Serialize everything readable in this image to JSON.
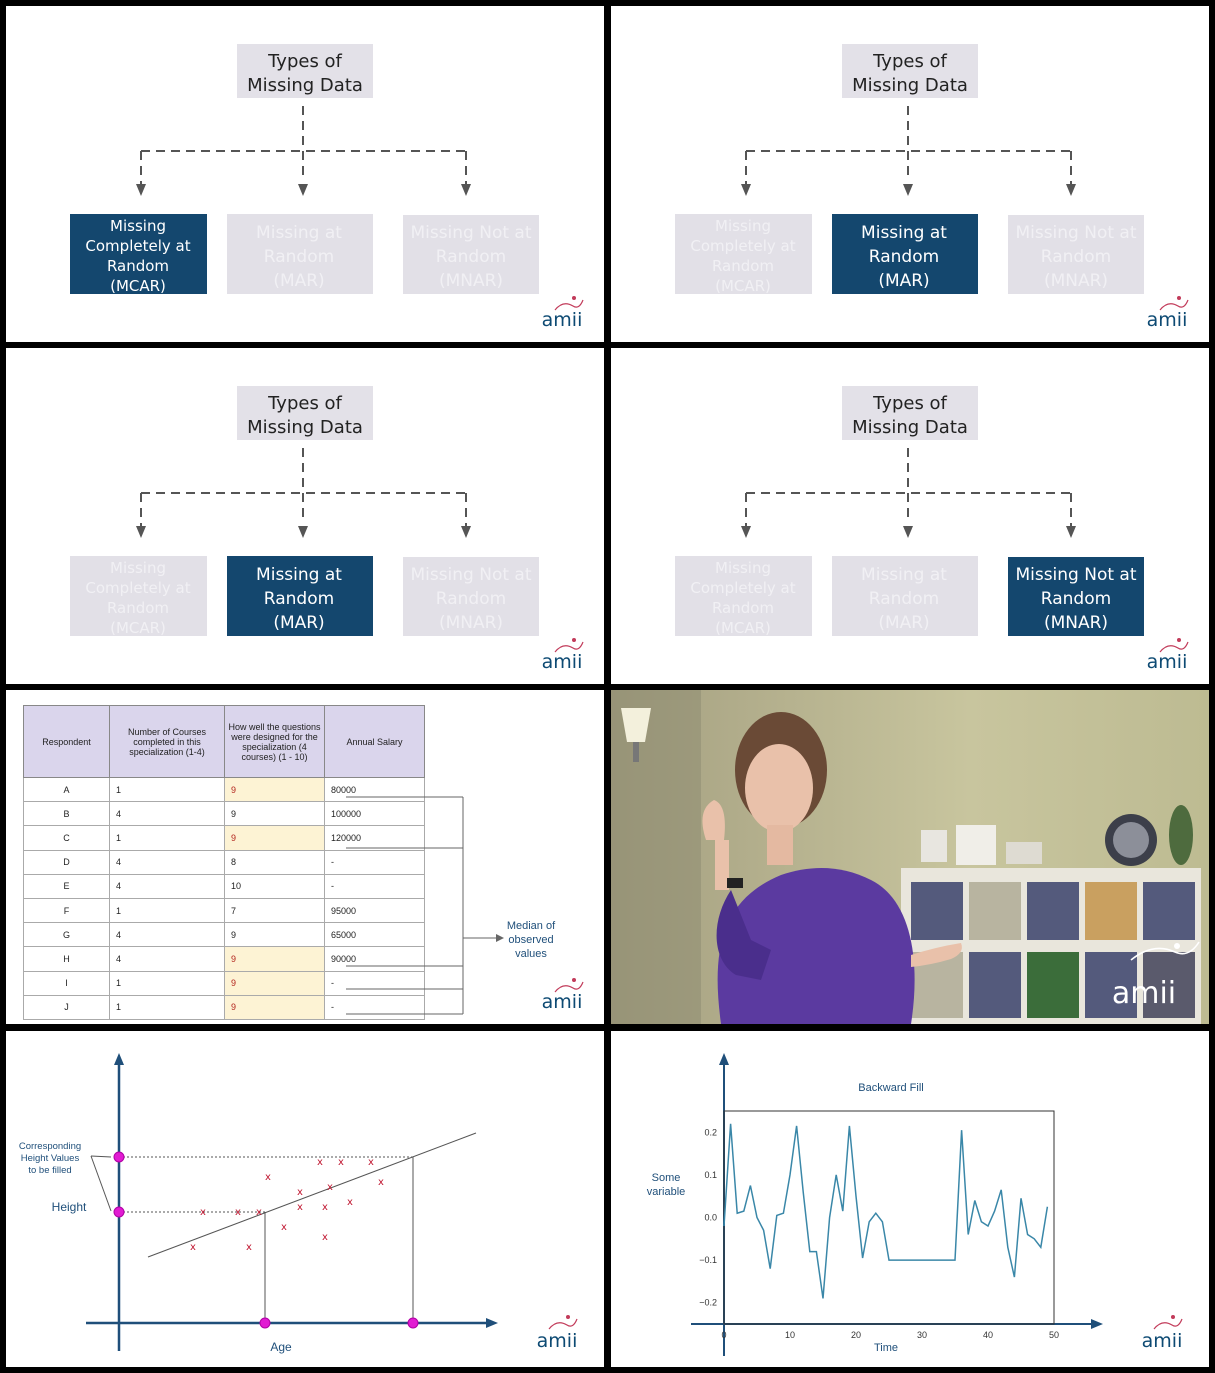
{
  "tree": {
    "title_line1": "Types of",
    "title_line2": "Missing Data",
    "mcar": [
      "Missing",
      "Completely at",
      "Random",
      "(MCAR)"
    ],
    "mar": [
      "Missing at",
      "Random",
      "(MAR)"
    ],
    "mnar": [
      "Missing Not at",
      "Random",
      "(MNAR)"
    ],
    "colors": {
      "active": "#14476e",
      "inactive": "#e2e0e7",
      "inactive_text": "#f1f0f4",
      "active_text": "#ffffff",
      "title_bg": "#e3e1e8",
      "arrow": "#555555"
    }
  },
  "logo": "amii",
  "table": {
    "headers": [
      "Respondent",
      "Number of Courses completed in this specialization (1-4)",
      "How well the questions were designed for the specialization (4 courses) (1 - 10)",
      "Annual Salary"
    ],
    "rows": [
      [
        "A",
        "1",
        "9",
        "80000"
      ],
      [
        "B",
        "4",
        "9",
        "100000"
      ],
      [
        "C",
        "1",
        "9",
        "120000"
      ],
      [
        "D",
        "4",
        "8",
        "-"
      ],
      [
        "E",
        "4",
        "10",
        "-"
      ],
      [
        "F",
        "1",
        "7",
        "95000"
      ],
      [
        "G",
        "4",
        "9",
        "65000"
      ],
      [
        "H",
        "4",
        "9",
        "90000"
      ],
      [
        "I",
        "1",
        "9",
        "-"
      ],
      [
        "J",
        "1",
        "9",
        "-"
      ]
    ],
    "highlight_rows": [
      0,
      2,
      7,
      8,
      9
    ],
    "annotation": [
      "Median of",
      "observed",
      "values"
    ]
  },
  "regression": {
    "ylabel": "Height",
    "xlabel": "Age",
    "annotation": [
      "Corresponding",
      "Height Values",
      "to be filled"
    ]
  },
  "chart_data": {
    "type": "line",
    "title": "Backward Fill",
    "xlabel": "Time",
    "ylabel": "Some variable",
    "xlim": [
      0,
      50
    ],
    "ylim": [
      -0.25,
      0.25
    ],
    "xticks": [
      0,
      10,
      20,
      30,
      40,
      50
    ],
    "yticks": [
      -0.2,
      -0.1,
      0.0,
      0.1,
      0.2
    ],
    "ytick_labels": [
      "−0.2",
      "−0.1",
      "0.0",
      "0.1",
      "0.2"
    ],
    "series": [
      {
        "x": [
          0,
          1,
          2,
          3,
          4,
          5,
          6,
          7,
          8,
          9,
          10,
          11,
          12,
          13,
          14,
          15,
          16,
          17,
          18,
          19,
          20,
          21,
          22,
          23,
          24,
          25,
          26,
          27,
          28,
          29,
          30,
          31,
          32,
          33,
          34,
          35,
          36,
          37,
          38,
          39,
          40,
          41,
          42,
          43,
          44,
          45,
          46,
          47,
          48,
          49
        ],
        "values": [
          -0.02,
          0.22,
          0.01,
          0.015,
          0.075,
          0.0,
          -0.03,
          -0.12,
          0.005,
          0.01,
          0.1,
          0.215,
          0.06,
          -0.08,
          -0.08,
          -0.19,
          0.0,
          0.1,
          0.015,
          0.215,
          0.05,
          -0.095,
          -0.01,
          0.01,
          -0.01,
          -0.1,
          -0.1,
          -0.1,
          -0.1,
          -0.1,
          -0.1,
          -0.1,
          -0.1,
          -0.1,
          -0.1,
          -0.1,
          0.205,
          -0.04,
          0.04,
          -0.01,
          -0.02,
          0.015,
          0.065,
          -0.07,
          -0.14,
          0.045,
          -0.04,
          -0.05,
          -0.07,
          0.025
        ],
        "color": "#3a87a8"
      }
    ]
  }
}
